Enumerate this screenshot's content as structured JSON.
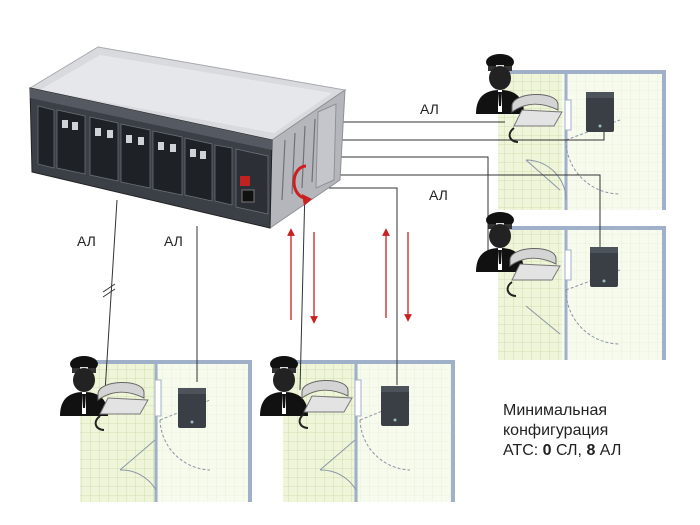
{
  "labels": {
    "line_top": "АЛ",
    "line_right": "АЛ",
    "line_left_1": "АЛ",
    "line_left_2": "АЛ"
  },
  "caption": {
    "line1": "Минимальная",
    "line2": "конфигурация",
    "prefix": "АТС:",
    "trunk_count": "0",
    "trunk_unit": "СЛ,",
    "subscriber_count": "8",
    "subscriber_unit": "АЛ"
  },
  "colors": {
    "room_fill": "#eef5d8",
    "wall": "#9fb0c8",
    "arrow": "#cc1f1f",
    "line": "#333333"
  }
}
